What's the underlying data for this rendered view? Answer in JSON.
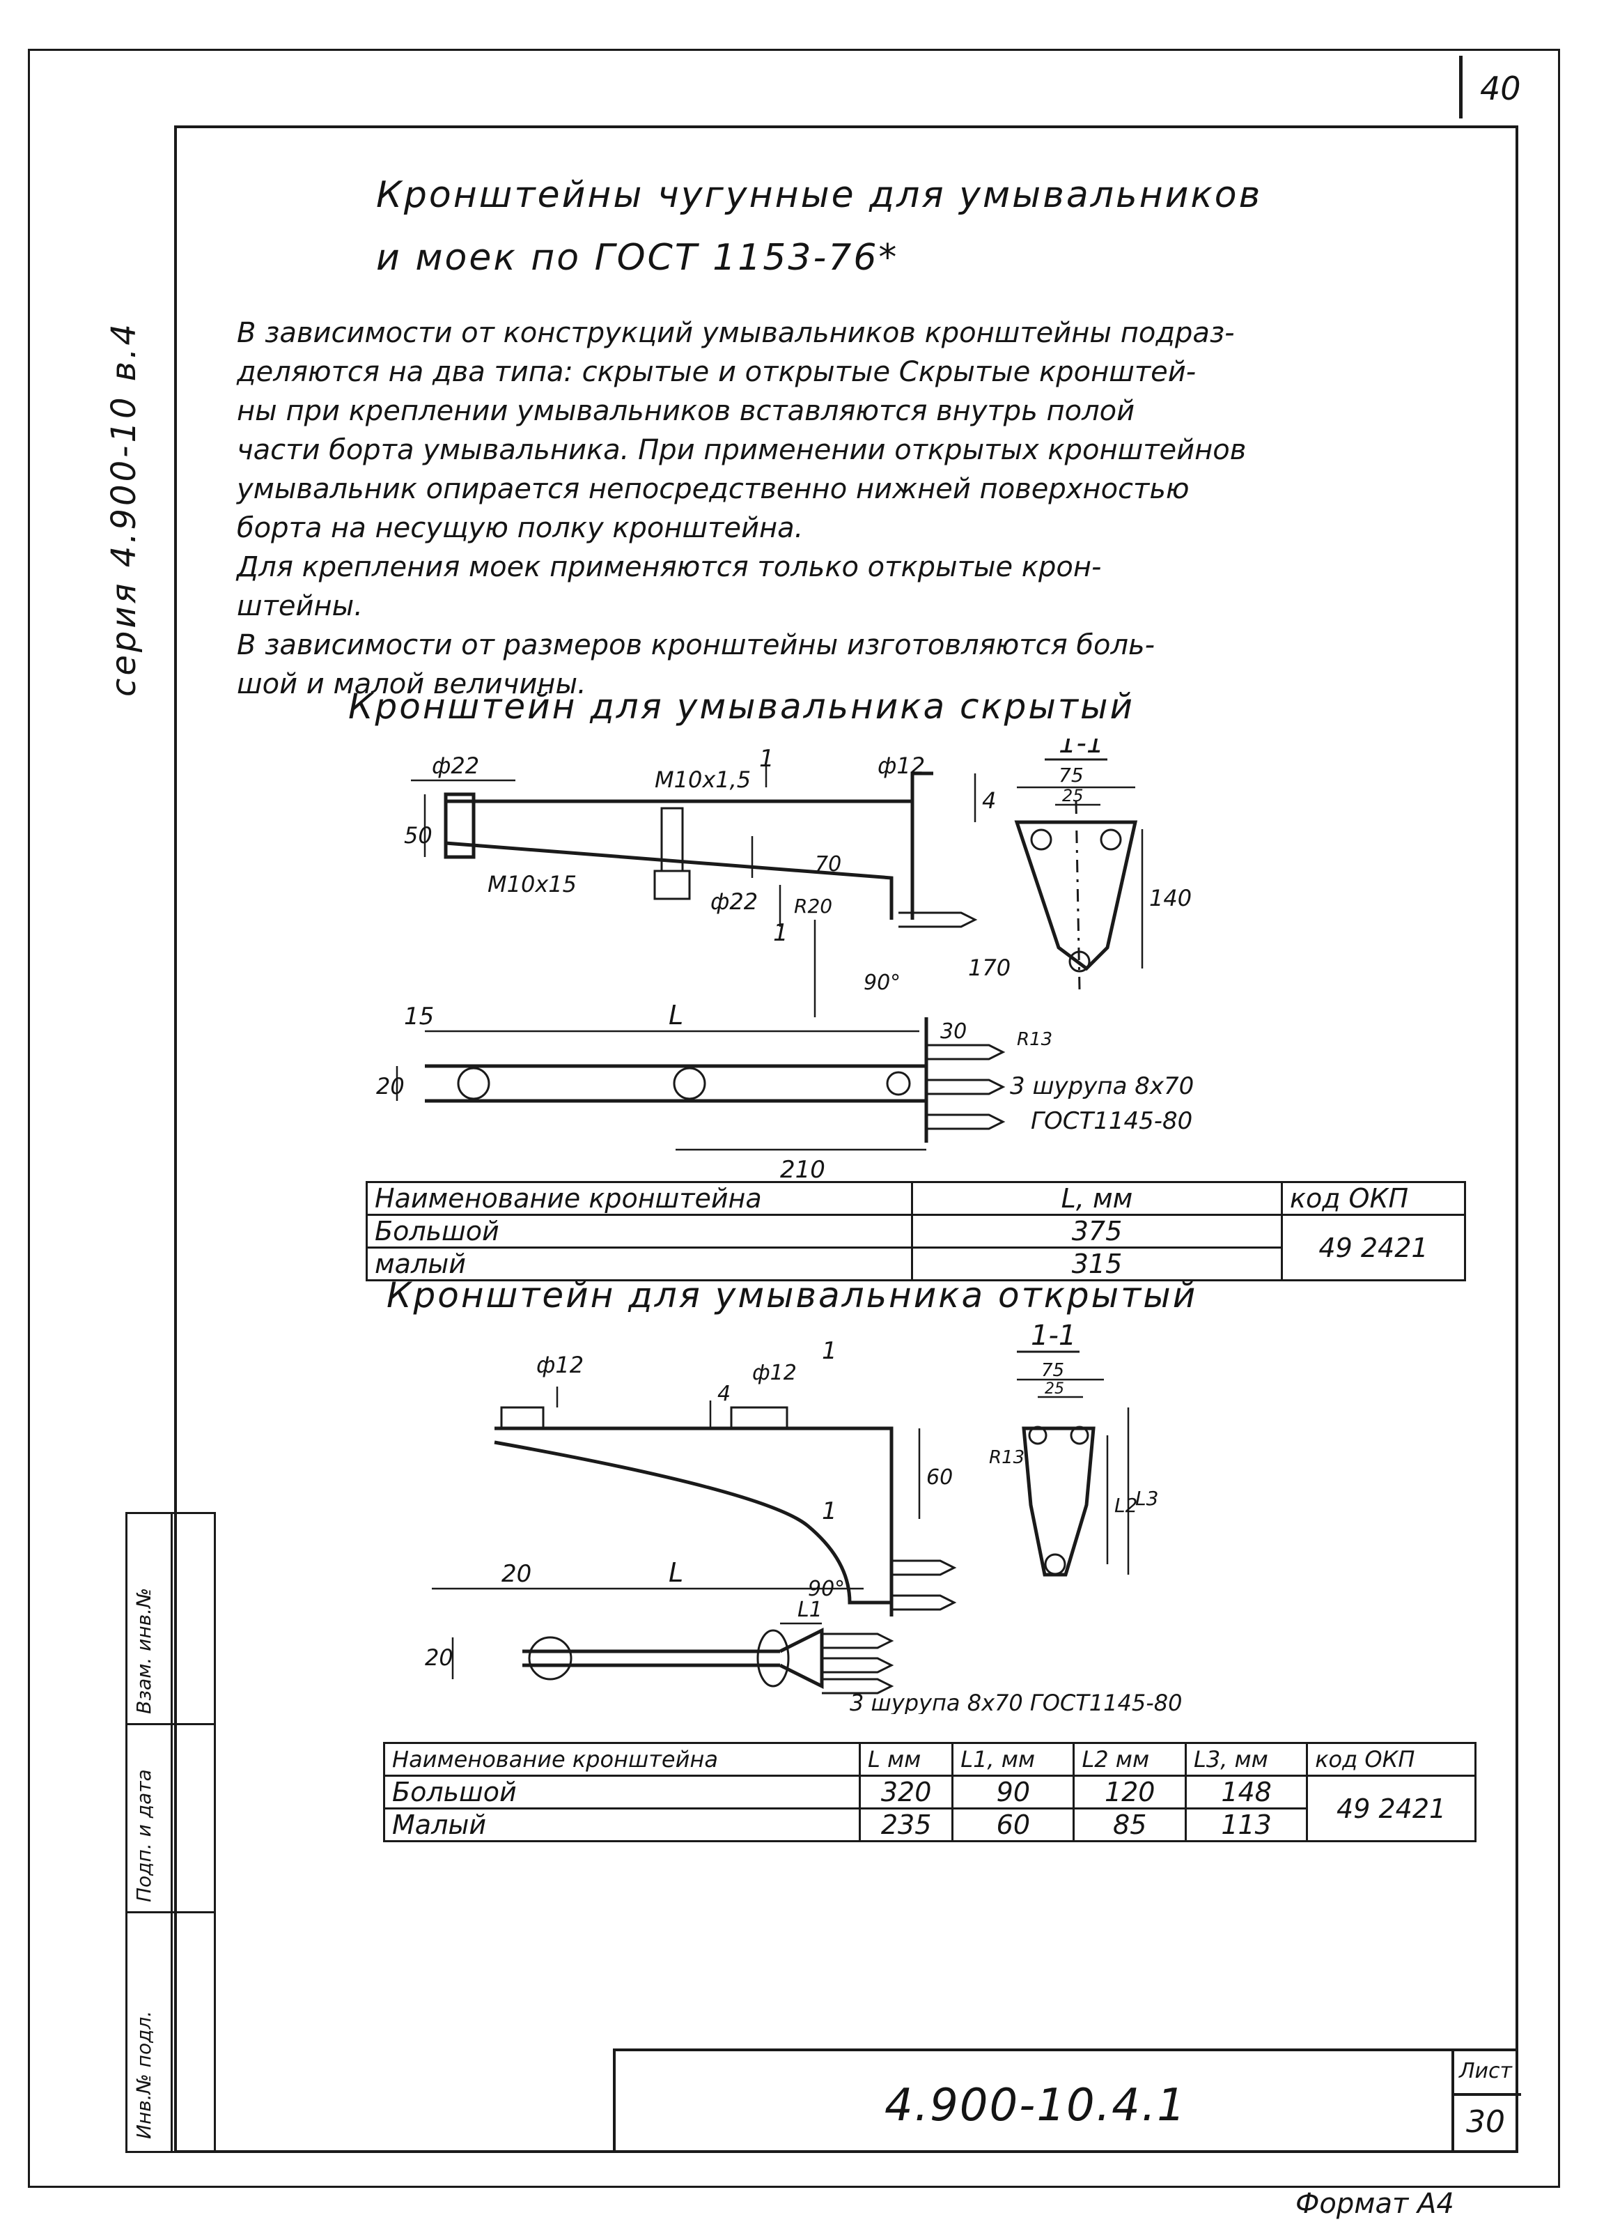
{
  "page": {
    "corner_number": "40",
    "series": "серия 4.900-10 в.4",
    "title_line1": "Кронштейны чугунные для умывальников",
    "title_line2": "и моек по ГОСТ 1153-76*",
    "paragraph": [
      "В зависимости от конструкций умывальников кронштейны подраз-",
      "деляются на два типа: скрытые и открытые Скрытые кронштей-",
      "ны при креплении умывальников вставляются внутрь полой",
      "части борта умывальника. При применении открытых кронштейнов",
      "умывальник опирается непосредственно нижней поверхностью",
      "борта на несущую полку кронштейна.",
      "Для крепления моек применяются только открытые крон-",
      "штейны.",
      "В зависимости от размеров кронштейны изготовляются боль-",
      "шой и малой величины."
    ]
  },
  "section1": {
    "heading": "Кронштейн для умывальника скрытый",
    "labels": {
      "d22_top": "ф22",
      "m10x1_5": "М10х1,5",
      "d12": "ф12",
      "section": "1-1",
      "dim_75": "75",
      "dim_25": "25",
      "dim_50": "50",
      "dim_4": "4",
      "m10x15": "М10х15",
      "d22_mid": "ф22",
      "r20": "R20",
      "dim_70": "70",
      "dim_170": "170",
      "dim_140": "140",
      "mark_1a": "1",
      "mark_1b": "1",
      "dim_15": "15",
      "dim_L": "L",
      "dim_90deg": "90°",
      "dim_30": "30",
      "r13": "R13",
      "dim_20": "20",
      "screws": "3 шурупа 8х70",
      "gost": "ГОСТ1145-80",
      "dim_210": "210"
    },
    "table": {
      "headers": [
        "Наименование кронштейна",
        "L, мм",
        "код ОКП"
      ],
      "rows": [
        [
          "Большой",
          "375"
        ],
        [
          "малый",
          "315"
        ]
      ],
      "code": "49 2421"
    }
  },
  "section2": {
    "heading": "Кронштейн для умывальника открытый",
    "labels": {
      "d12_left": "ф12",
      "d12_mid": "ф12",
      "mark_1a": "1",
      "mark_1b": "1",
      "dim_4": "4",
      "section": "1-1",
      "dim_75": "75",
      "dim_25": "25",
      "r13": "R13",
      "dim_60": "60",
      "l2": "L2",
      "l3": "L3",
      "dim_20_top": "20",
      "dim_L": "L",
      "dim_90deg": "90°",
      "l1": "L1",
      "dim_20_side": "20",
      "screws": "3 шурупа 8х70 ГОСТ1145-80"
    },
    "table": {
      "headers": [
        "Наименование кронштейна",
        "L мм",
        "L1, мм",
        "L2 мм",
        "L3, мм",
        "код ОКП"
      ],
      "rows": [
        [
          "Большой",
          "320",
          "90",
          "120",
          "148"
        ],
        [
          "Малый",
          "235",
          "60",
          "85",
          "113"
        ]
      ],
      "code": "49 2421"
    }
  },
  "stamp": {
    "side_cells": [
      "Инв.№ подл.",
      "Подп. и дата",
      "Взам. инв.№"
    ],
    "doc_number": "4.900-10.4.1",
    "sheet_label": "Лист",
    "sheet_number": "30",
    "format": "Формат А4"
  }
}
